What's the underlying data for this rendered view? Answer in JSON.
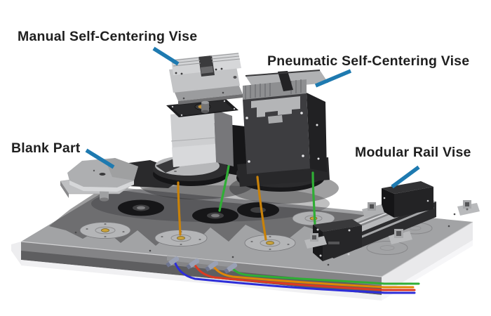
{
  "figure": {
    "background": "#ffffff",
    "callouts": {
      "manual_vise": {
        "label": "Manual Self-Centering Vise"
      },
      "pneumatic_vise": {
        "label": "Pneumatic Self-Centering Vise"
      },
      "blank_part": {
        "label": "Blank Part"
      },
      "modular_rail_vise": {
        "label": "Modular Rail Vise"
      }
    },
    "colors": {
      "label_text": "#1f1f1f",
      "callout_arrow": "#1e7ab0",
      "tube_green": "#2fae35",
      "tube_orange": "#e08606",
      "tube_red": "#dd3a22",
      "tube_blue": "#2d2dd8",
      "tube_amber": "#c9820a"
    }
  }
}
